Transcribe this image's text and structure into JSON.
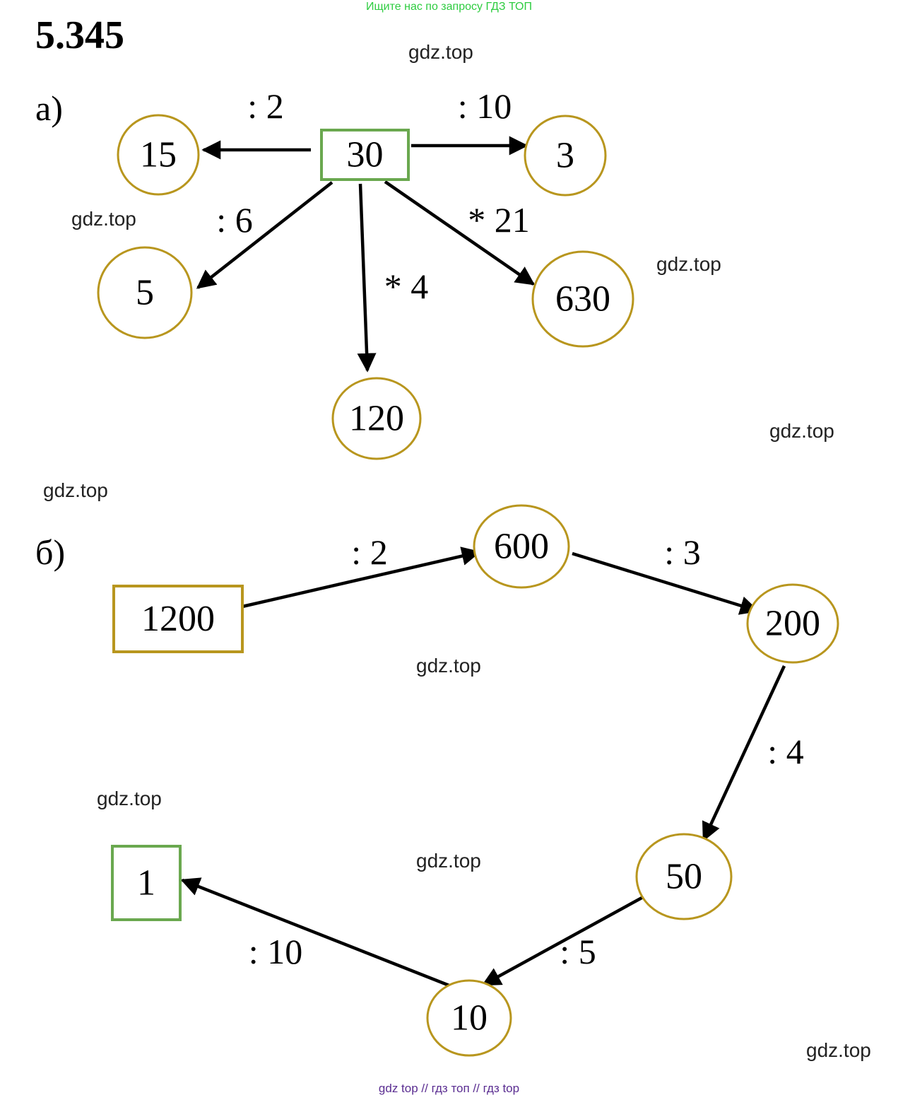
{
  "banner": {
    "text": "Ищите нас по запросу ГДЗ ТОП",
    "color": "#2ecc40"
  },
  "problem_number": "5.345",
  "watermark_text": "gdz.top",
  "colors": {
    "circle": "#b8961e",
    "box_green": "#6aa84f",
    "box_gold": "#b8961e",
    "arrow": "#000000",
    "footer": "#5a2d91"
  },
  "part_a": {
    "label": "а)",
    "start": {
      "value": "30",
      "shape": "box",
      "color_key": "box_green"
    },
    "results": [
      {
        "value": "15",
        "op": ": 2"
      },
      {
        "value": "3",
        "op": ": 10"
      },
      {
        "value": "5",
        "op": ": 6"
      },
      {
        "value": "120",
        "op": "* 4"
      },
      {
        "value": "630",
        "op": "* 21"
      }
    ]
  },
  "part_b": {
    "label": "б)",
    "nodes": [
      {
        "value": "1200",
        "shape": "box",
        "color_key": "box_gold"
      },
      {
        "value": "600",
        "shape": "circle"
      },
      {
        "value": "200",
        "shape": "circle"
      },
      {
        "value": "50",
        "shape": "circle"
      },
      {
        "value": "10",
        "shape": "circle"
      },
      {
        "value": "1",
        "shape": "box",
        "color_key": "box_green"
      }
    ],
    "ops": [
      ": 2",
      ": 3",
      ": 4",
      ": 5",
      ": 10"
    ]
  },
  "footer": {
    "text": "gdz top  //  гдз топ  //  гдз top"
  }
}
